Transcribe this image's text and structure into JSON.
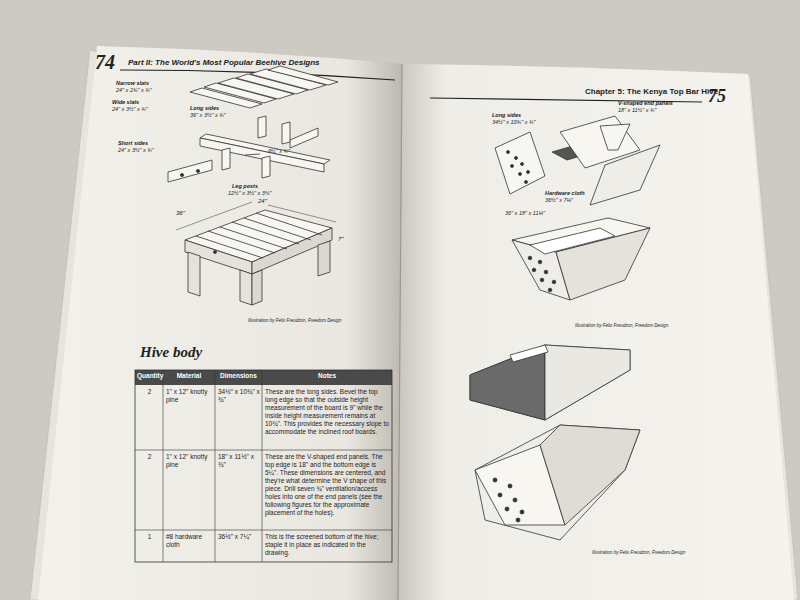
{
  "diagram": {
    "title": "Hive body",
    "labels": [
      "74",
      "Part II: The World's Most Popular Beehive Designs",
      "Chapter 5: The Kenya Top Bar Hive",
      "75",
      "Narrow slats",
      "24\" x 2¾\" x ¾\"",
      "Wide slats",
      "24\" x 3½\" x ¾\"",
      "Long sides",
      "36\" x 3½\" x ¾\"",
      "Short sides",
      "24\" x 3½\" x ¾\"",
      "9½\" x ¾\"",
      "Leg posts",
      "12½\" x 3½\" x 3½\"",
      "36\"",
      "24\"",
      "7\"",
      "Illustration by Felix Freudzon, Freedom Design",
      "Quantity",
      "Material",
      "Dimensions",
      "Notes",
      "2",
      "1\" x 12\" knotty pine",
      "34½\" x 10¾\" x ¾\"",
      "These are the long sides. Bevel the top long edge so that the outside height measurement of the board is 9\" while the inside height measurement remains at 10¾\". This provides the necessary slope to accommodate the inclined roof boards.",
      "2",
      "1\" x 12\" knotty pine",
      "18\" x 11½\" x ¾\"",
      "These are the V-shaped end panels. The top edge is 18\" and the bottom edge is 5¼\". These dimensions are centered, and they're what determine the V shape of this piece. Drill seven ¾\" ventilation/access holes into one of the end panels (see the following figures for the approximate placement of the holes).",
      "1",
      "#8 hardware cloth",
      "36½\" x 7¼\"",
      "This is the screened bottom of the hive; staple it in place as indicated in the drawing.",
      "Long sides",
      "34½\" x 10¾\" x ¾\"",
      "V-shaped end panels",
      "18\" x 11½\" x ¾\"",
      "Hardware cloth",
      "36½\" x 7¼\"",
      "36\" x 18\" x 11¼\"",
      "Illustration by Felix Freudzon, Freedom Design",
      "Illustration by Felix Freudzon, Freedom Design"
    ]
  }
}
